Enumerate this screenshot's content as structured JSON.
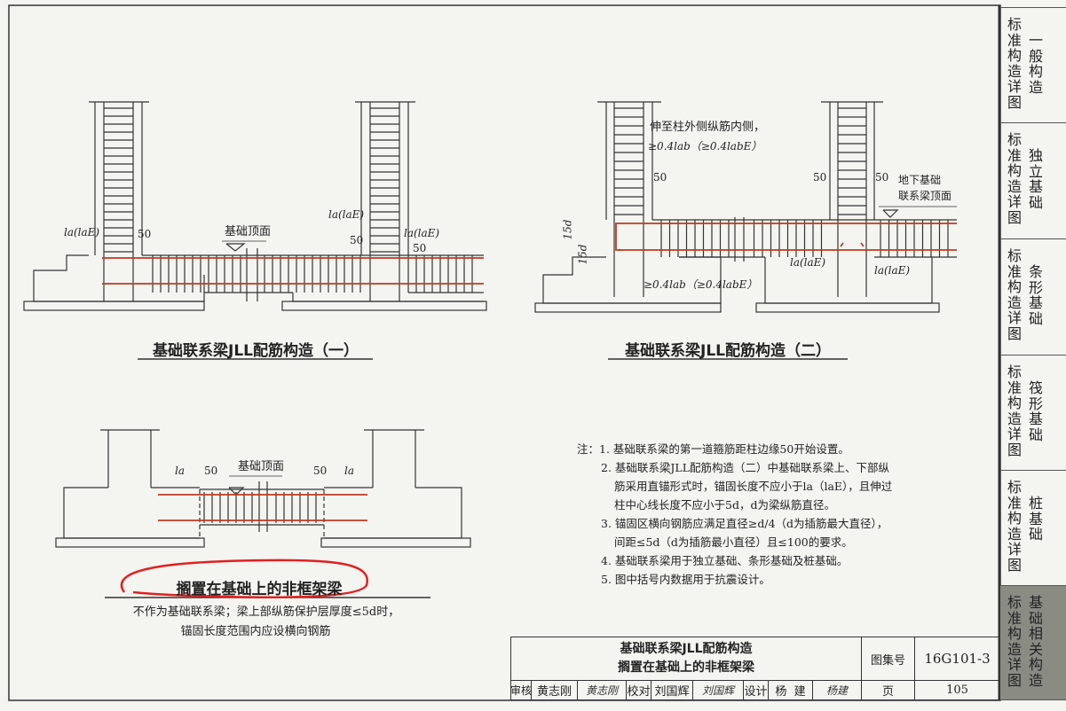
{
  "diagram1": {
    "title": "基础联系梁JLL配筋构造（一）",
    "labels": {
      "la_left": "la(laE)",
      "fifty_left": "50",
      "foundation_top": "基础顶面",
      "la_mid": "la(laE)",
      "fifty_mid": "50",
      "la_right": "la(laE)",
      "fifty_right": "50"
    }
  },
  "diagram2": {
    "title": "基础联系梁JLL配筋构造（二）",
    "labels": {
      "extend_note": "伸至柱外侧纵筋内侧，",
      "anchor_top": "≥0.4lab（≥0.4labE）",
      "anchor_bottom": "≥0.4lab（≥0.4labE）",
      "fifty_a": "50",
      "fifty_b": "50",
      "fifty_c": "50",
      "fifteen_d_1": "15d",
      "fifteen_d_2": "15d",
      "underground_top_1": "地下基础",
      "underground_top_2": "联系梁顶面",
      "la_left": "la(laE)",
      "la_right": "la(laE)"
    }
  },
  "diagram3": {
    "title": "搁置在基础上的非框架梁",
    "subtitle_lines": [
      "不作为基础联系梁；梁上部纵筋保护层厚度≤5d时，",
      "锚固长度范围内应设横向钢筋"
    ],
    "labels": {
      "la_left": "la",
      "fifty_left": "50",
      "foundation_top": "基础顶面",
      "fifty_right": "50",
      "la_right": "la"
    }
  },
  "notes": {
    "prefix": "注：",
    "items": [
      "1. 基础联系梁的第一道箍筋距柱边缘50开始设置。",
      "2. 基础联系梁JLL配筋构造（二）中基础联系梁上、下部纵",
      "筋采用直锚形式时，锚固长度不应小于la（laE），且伸过",
      "柱中心线长度不应小于5d，d为梁纵筋直径。",
      "3. 锚固区横向钢筋应满足直径≥d/4（d为插筋最大直径），",
      "间距≤5d（d为插筋最小直径）且≤100的要求。",
      "4. 基础联系梁用于独立基础、条形基础及桩基础。",
      "5. 图中括号内数据用于抗震设计。"
    ]
  },
  "title_block": {
    "title_line1": "基础联系梁JLL配筋构造",
    "title_line2": "搁置在基础上的非框架梁",
    "atlas_label": "图集号",
    "atlas_no": "16G101-3",
    "page_label": "页",
    "page_no": "105",
    "review_label": "审核",
    "reviewer": "黄志刚",
    "reviewer_sig": "黄志刚",
    "check_label": "校对",
    "checker": "刘国辉",
    "checker_sig": "刘国辉",
    "design_label": "设计",
    "designer": "杨  建",
    "designer_sig": "杨建"
  },
  "sidebar": {
    "items": [
      {
        "left": "标准构造详图",
        "right": "一般构造",
        "active": false
      },
      {
        "left": "标准构造详图",
        "right": "独立基础",
        "active": false
      },
      {
        "left": "标准构造详图",
        "right": "条形基础",
        "active": false
      },
      {
        "left": "标准构造详图",
        "right": "筏形基础",
        "active": false
      },
      {
        "left": "标准构造详图",
        "right": "桩基础",
        "active": false
      },
      {
        "left": "标准构造详图",
        "right": "基础相关构造",
        "active": true
      }
    ]
  },
  "colors": {
    "rebar": "#c0391f",
    "annotation": "#e02020",
    "active_tab": "#8a8c84"
  }
}
